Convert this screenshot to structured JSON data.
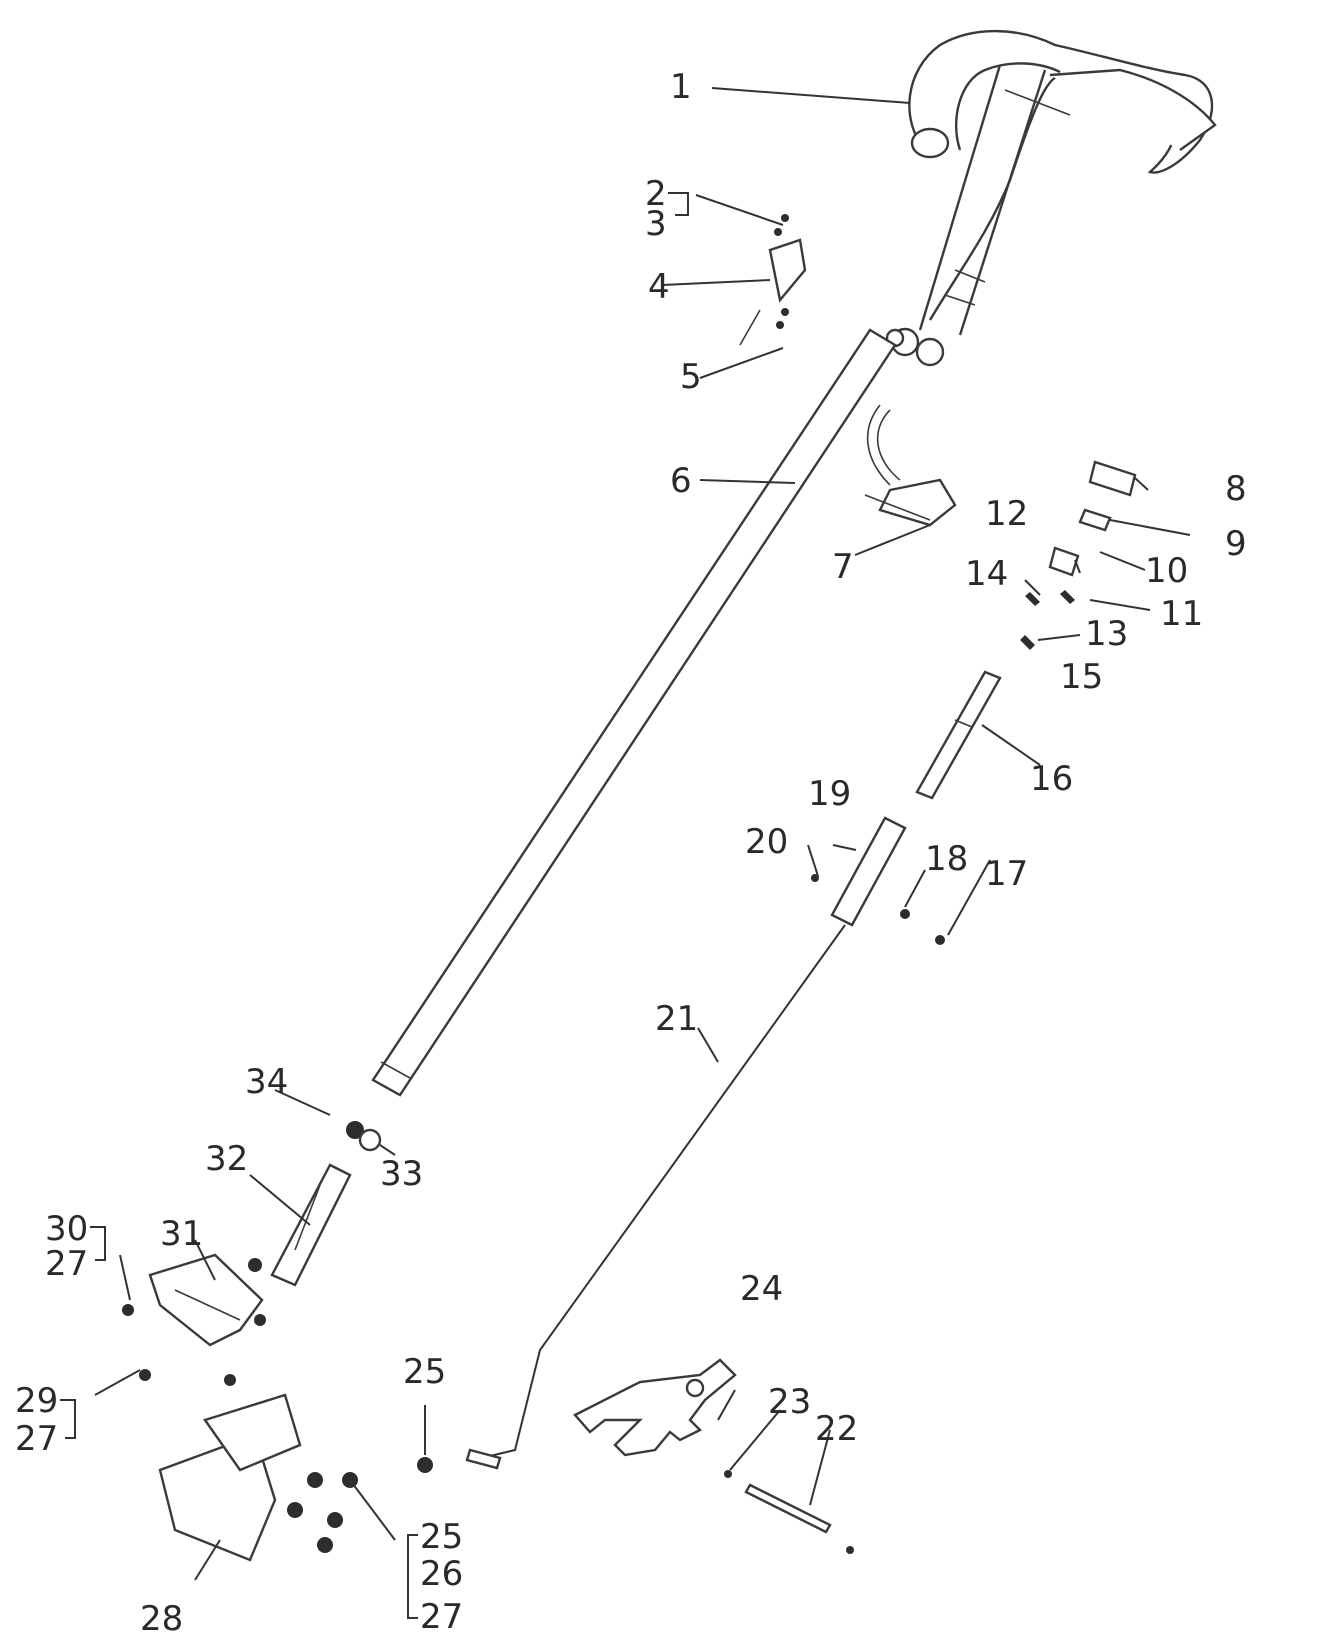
{
  "callouts": [
    "1",
    "2",
    "3",
    "4",
    "5",
    "6",
    "7",
    "8",
    "9",
    "10",
    "11",
    "12",
    "13",
    "14",
    "15",
    "16",
    "17",
    "18",
    "19",
    "20",
    "21",
    "22",
    "23",
    "24",
    "25",
    "26",
    "27",
    "28",
    "29",
    "30",
    "31",
    "32",
    "33",
    "34"
  ],
  "bracket_labels": {
    "top_left_a": "2",
    "top_left_b": "3",
    "mid_left_a": "30",
    "mid_left_b": "27",
    "low_left_a": "29",
    "low_left_b": "27",
    "bottom_a": "25",
    "bottom_b": "26",
    "bottom_c": "27"
  },
  "colors": {
    "line": "#333333",
    "background": "#ffffff"
  }
}
